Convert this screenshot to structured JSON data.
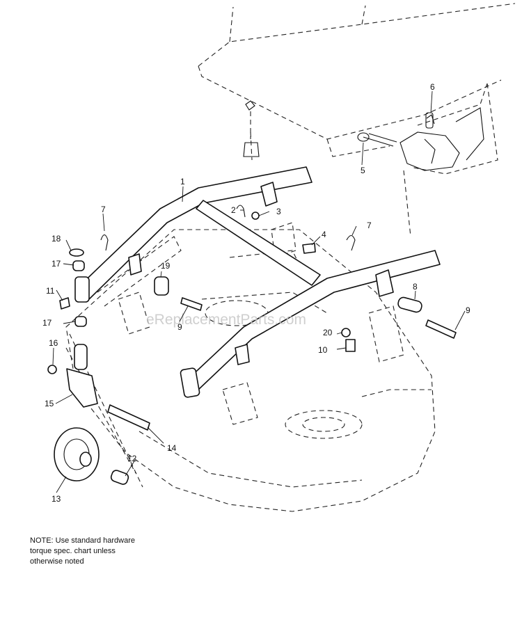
{
  "diagram": {
    "watermark": "eReplacementParts.com",
    "note_lines": [
      "NOTE: Use standard hardware",
      "torque spec. chart unless",
      "otherwise noted"
    ],
    "callouts": [
      {
        "id": "c1",
        "label": "1"
      },
      {
        "id": "c2",
        "label": "2"
      },
      {
        "id": "c3",
        "label": "3"
      },
      {
        "id": "c4",
        "label": "4"
      },
      {
        "id": "c5",
        "label": "5"
      },
      {
        "id": "c6",
        "label": "6"
      },
      {
        "id": "c7a",
        "label": "7"
      },
      {
        "id": "c7b",
        "label": "7"
      },
      {
        "id": "c8",
        "label": "8"
      },
      {
        "id": "c9a",
        "label": "9"
      },
      {
        "id": "c9b",
        "label": "9"
      },
      {
        "id": "c10",
        "label": "10"
      },
      {
        "id": "c11",
        "label": "11"
      },
      {
        "id": "c12",
        "label": "12"
      },
      {
        "id": "c13",
        "label": "13"
      },
      {
        "id": "c14",
        "label": "14"
      },
      {
        "id": "c15",
        "label": "15"
      },
      {
        "id": "c16",
        "label": "16"
      },
      {
        "id": "c17a",
        "label": "17"
      },
      {
        "id": "c17b",
        "label": "17"
      },
      {
        "id": "c18",
        "label": "18"
      },
      {
        "id": "c19",
        "label": "19"
      },
      {
        "id": "c20",
        "label": "20"
      }
    ]
  }
}
